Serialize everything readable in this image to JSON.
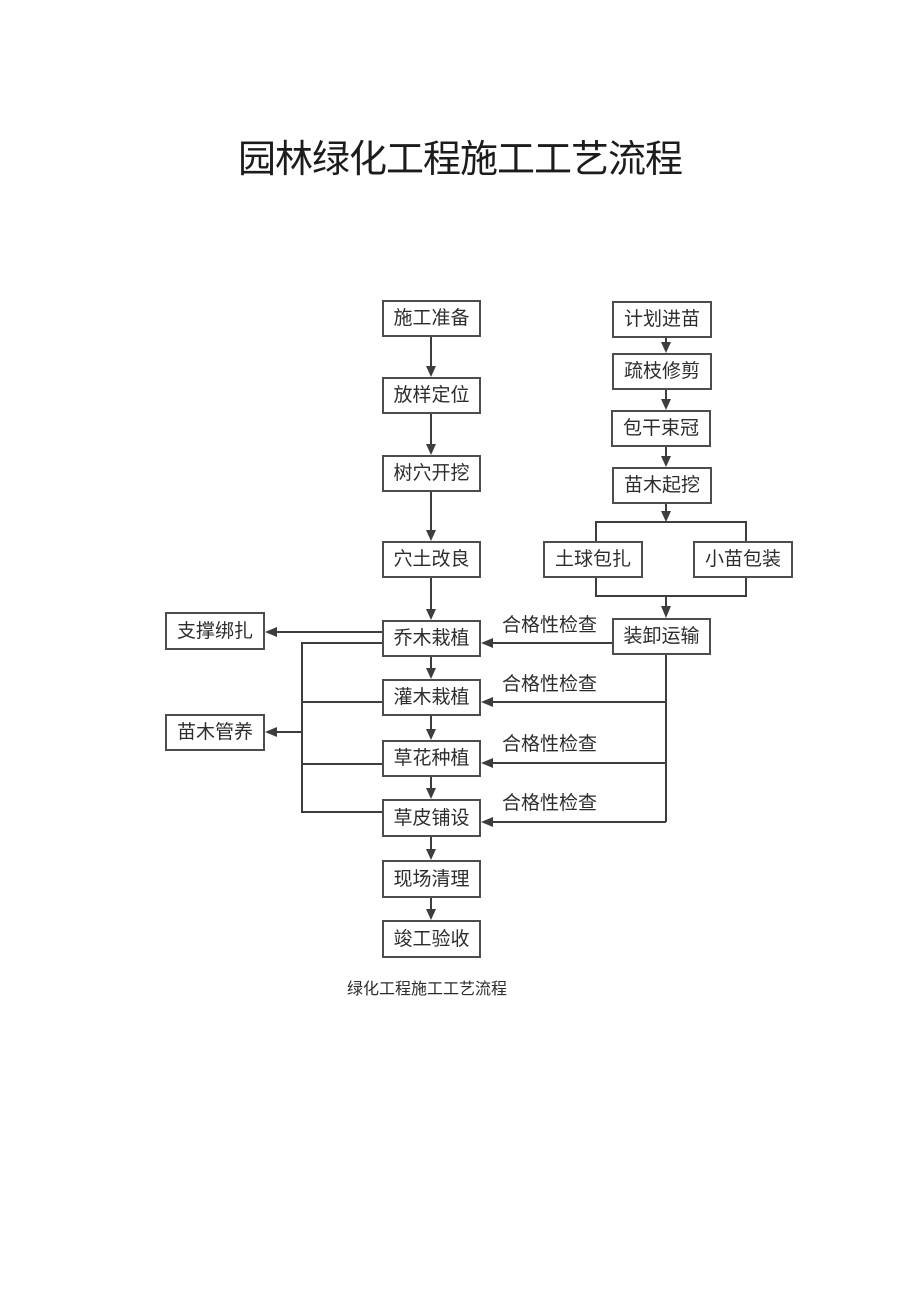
{
  "page": {
    "title": "园林绿化工程施工工艺流程",
    "caption": "绿化工程施工工艺流程",
    "background_color": "#ffffff"
  },
  "flowchart": {
    "check_label": "合格性检查",
    "main_steps": [
      "施工准备",
      "放样定位",
      "树穴开挖",
      "穴土改良",
      "乔木栽植",
      "灌木栽植",
      "草花种植",
      "草皮铺设",
      "现场清理",
      "竣工验收"
    ],
    "prep_steps": [
      "计划进苗",
      "疏枝修剪",
      "包干束冠",
      "苗木起挖"
    ],
    "packing_steps": [
      "土球包扎",
      "小苗包装"
    ],
    "transport_step": "装卸运输",
    "side_steps": [
      "支撑绑扎",
      "苗木管养"
    ],
    "colors": {
      "line": "#3d3d3d",
      "box_border": "#4d4d4d",
      "text": "#2d2d2d"
    }
  }
}
